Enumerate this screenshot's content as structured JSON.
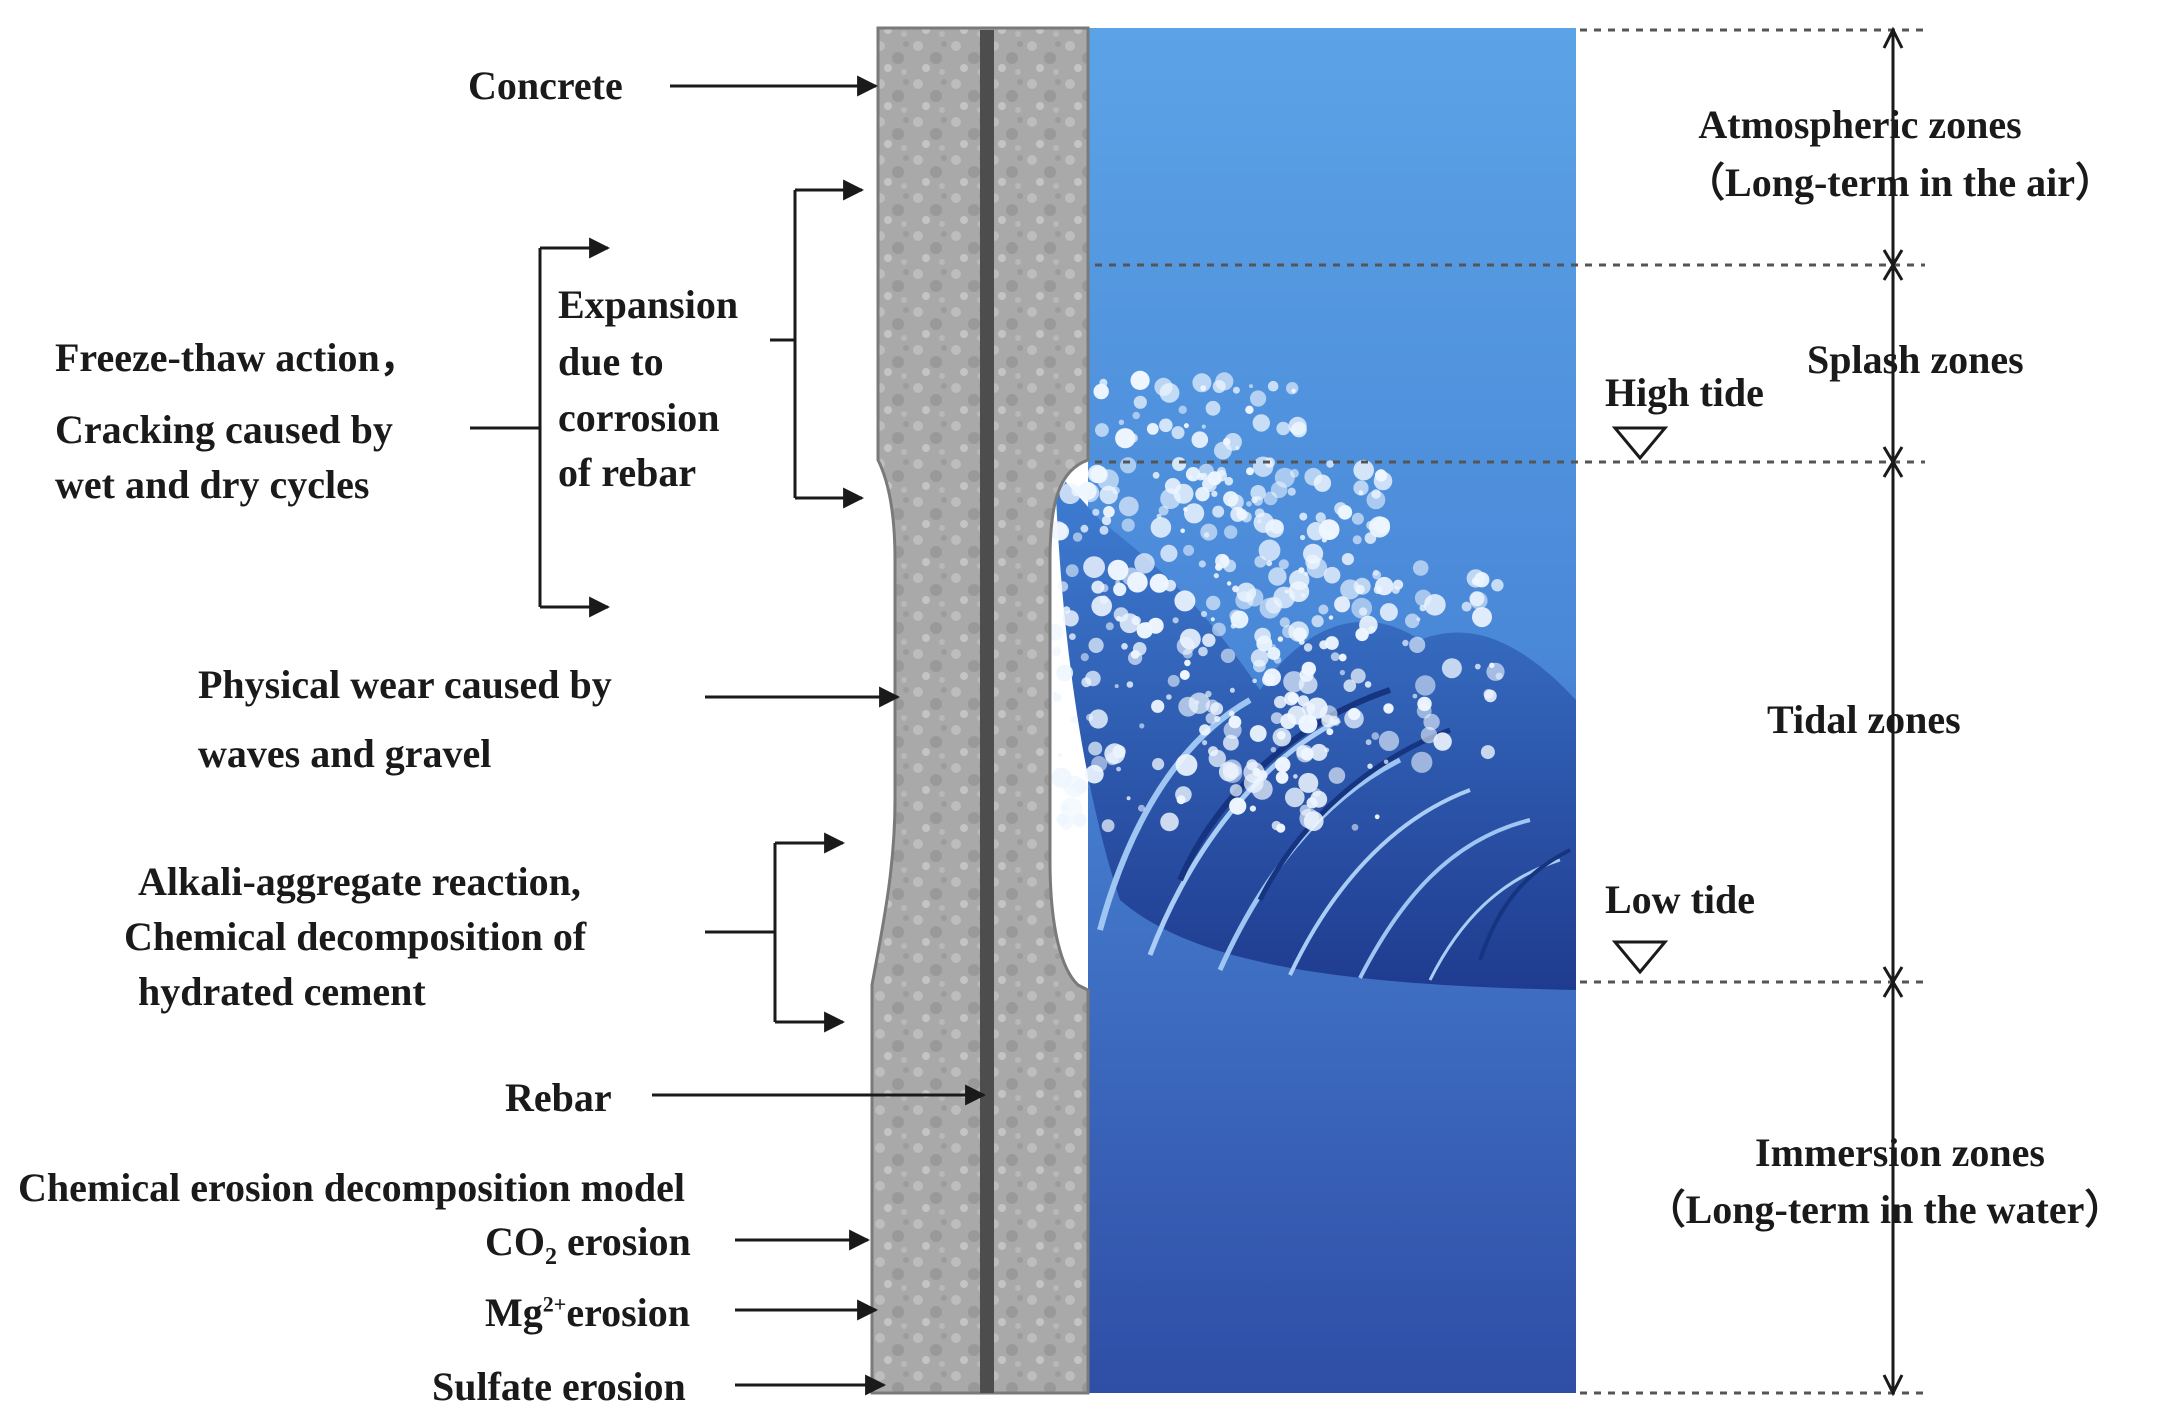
{
  "labels": {
    "concrete": "Concrete",
    "freeze_thaw_1": "Freeze-thaw action，",
    "freeze_thaw_2": "Cracking caused by",
    "freeze_thaw_3": "wet and dry cycles",
    "expansion_1": "Expansion",
    "expansion_2": "due to",
    "expansion_3": "corrosion",
    "expansion_4": "of rebar",
    "physical_wear_1": "Physical wear caused by",
    "physical_wear_2": "waves and gravel",
    "alkali_1": "Alkali-aggregate reaction,",
    "alkali_2": "Chemical decomposition of",
    "alkali_3": "hydrated cement",
    "rebar": "Rebar",
    "chem_model": "Chemical erosion decomposition model",
    "co2_a": "CO",
    "co2_sub": "2",
    "co2_b": " erosion",
    "mg_a": "Mg",
    "mg_sup": "2+",
    "mg_b": "erosion",
    "sulfate": "Sulfate erosion"
  },
  "zones": {
    "atmospheric_1": "Atmospheric zones",
    "atmospheric_2": "（Long-term in the air）",
    "splash": "Splash zones",
    "tidal": "Tidal zones",
    "immersion_1": "Immersion zones",
    "immersion_2": "（Long-term in the water）"
  },
  "tides": {
    "high": "High tide",
    "low": "Low tide"
  },
  "colors": {
    "concrete": "#a9a9a9",
    "rebar": "#4d4d4d",
    "water_top": "#5ba3e6",
    "water_bottom": "#2f4ea6",
    "wave_dark": "#1f3b8f",
    "foam": "#eef6ff",
    "text": "#1a1a1a"
  }
}
